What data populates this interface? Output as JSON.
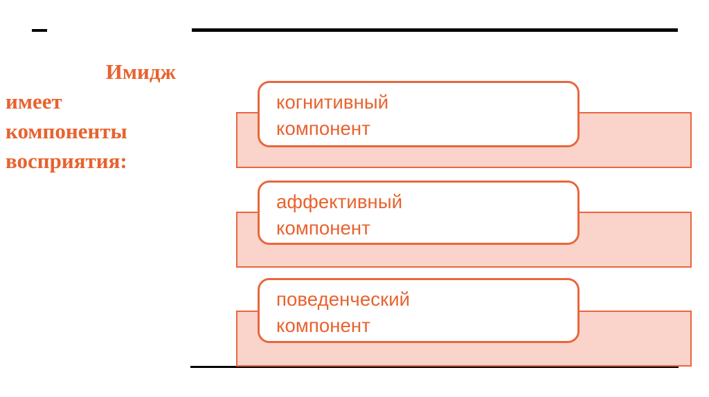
{
  "slide": {
    "background_color": "#FFFFFF",
    "accent_color": "#E8622F",
    "band_fill_color": "#FAD3CA",
    "band_border_color": "#E8663C",
    "rule_color": "#000000"
  },
  "heading": {
    "line1": "Имидж",
    "line2": "имеет",
    "line3": "компоненты",
    "line4": "восприятия:"
  },
  "components": [
    {
      "text": "когнитивный\nкомпонент"
    },
    {
      "text": "аффективный\nкомпонент"
    },
    {
      "text": "поведенческий\nкомпонент"
    }
  ]
}
